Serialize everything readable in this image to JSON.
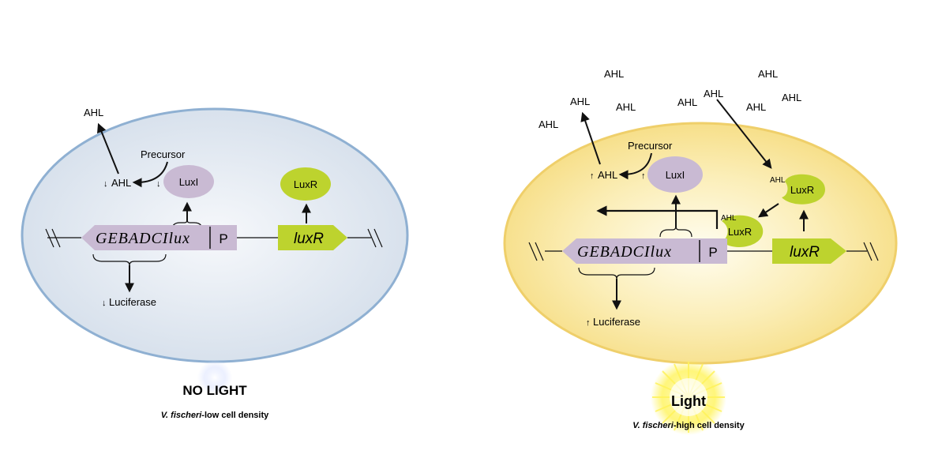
{
  "colors": {
    "left_cell_fill": "#dfe6f0",
    "left_cell_stroke": "#8fb0d2",
    "right_cell_fill": "#f9e7a0",
    "right_cell_stroke": "#efcf6a",
    "operon_fill": "#c9bad3",
    "luxr_fill": "#bdd32e",
    "glow": "#fff176"
  },
  "left": {
    "ahl_out": "AHL",
    "precursor": "Precursor",
    "ahl_in": "AHL",
    "down_arrow_1": "↓",
    "down_arrow_2": "↓",
    "luxi": "LuxI",
    "luxr_protein": "LuxR",
    "operon": "GEBADCIlux",
    "promoter": "P",
    "luxr_gene": "luxR",
    "luciferase_arrow": "↓",
    "luciferase": "Luciferase",
    "caption_title": "NO LIGHT",
    "caption_species": "V. fischeri",
    "caption_rest": "-low cell density"
  },
  "right": {
    "ahl_labels": [
      "AHL",
      "AHL",
      "AHL",
      "AHL",
      "AHL",
      "AHL",
      "AHL",
      "AHL",
      "AHL"
    ],
    "precursor": "Precursor",
    "ahl_in": "AHL",
    "up_arrow_1": "↑",
    "up_arrow_2": "↑",
    "luxi": "LuxI",
    "luxr_top_ahl": "AHL",
    "luxr_top": "LuxR",
    "luxr_bound_ahl": "AHL",
    "luxr_bound": "LuxR",
    "operon": "GEBADCIlux",
    "promoter": "P",
    "luxr_gene": "luxR",
    "luciferase_arrow": "↑",
    "luciferase": "Luciferase",
    "caption_title": "Light",
    "caption_species": "V. fischeri",
    "caption_rest": "-high cell density"
  }
}
